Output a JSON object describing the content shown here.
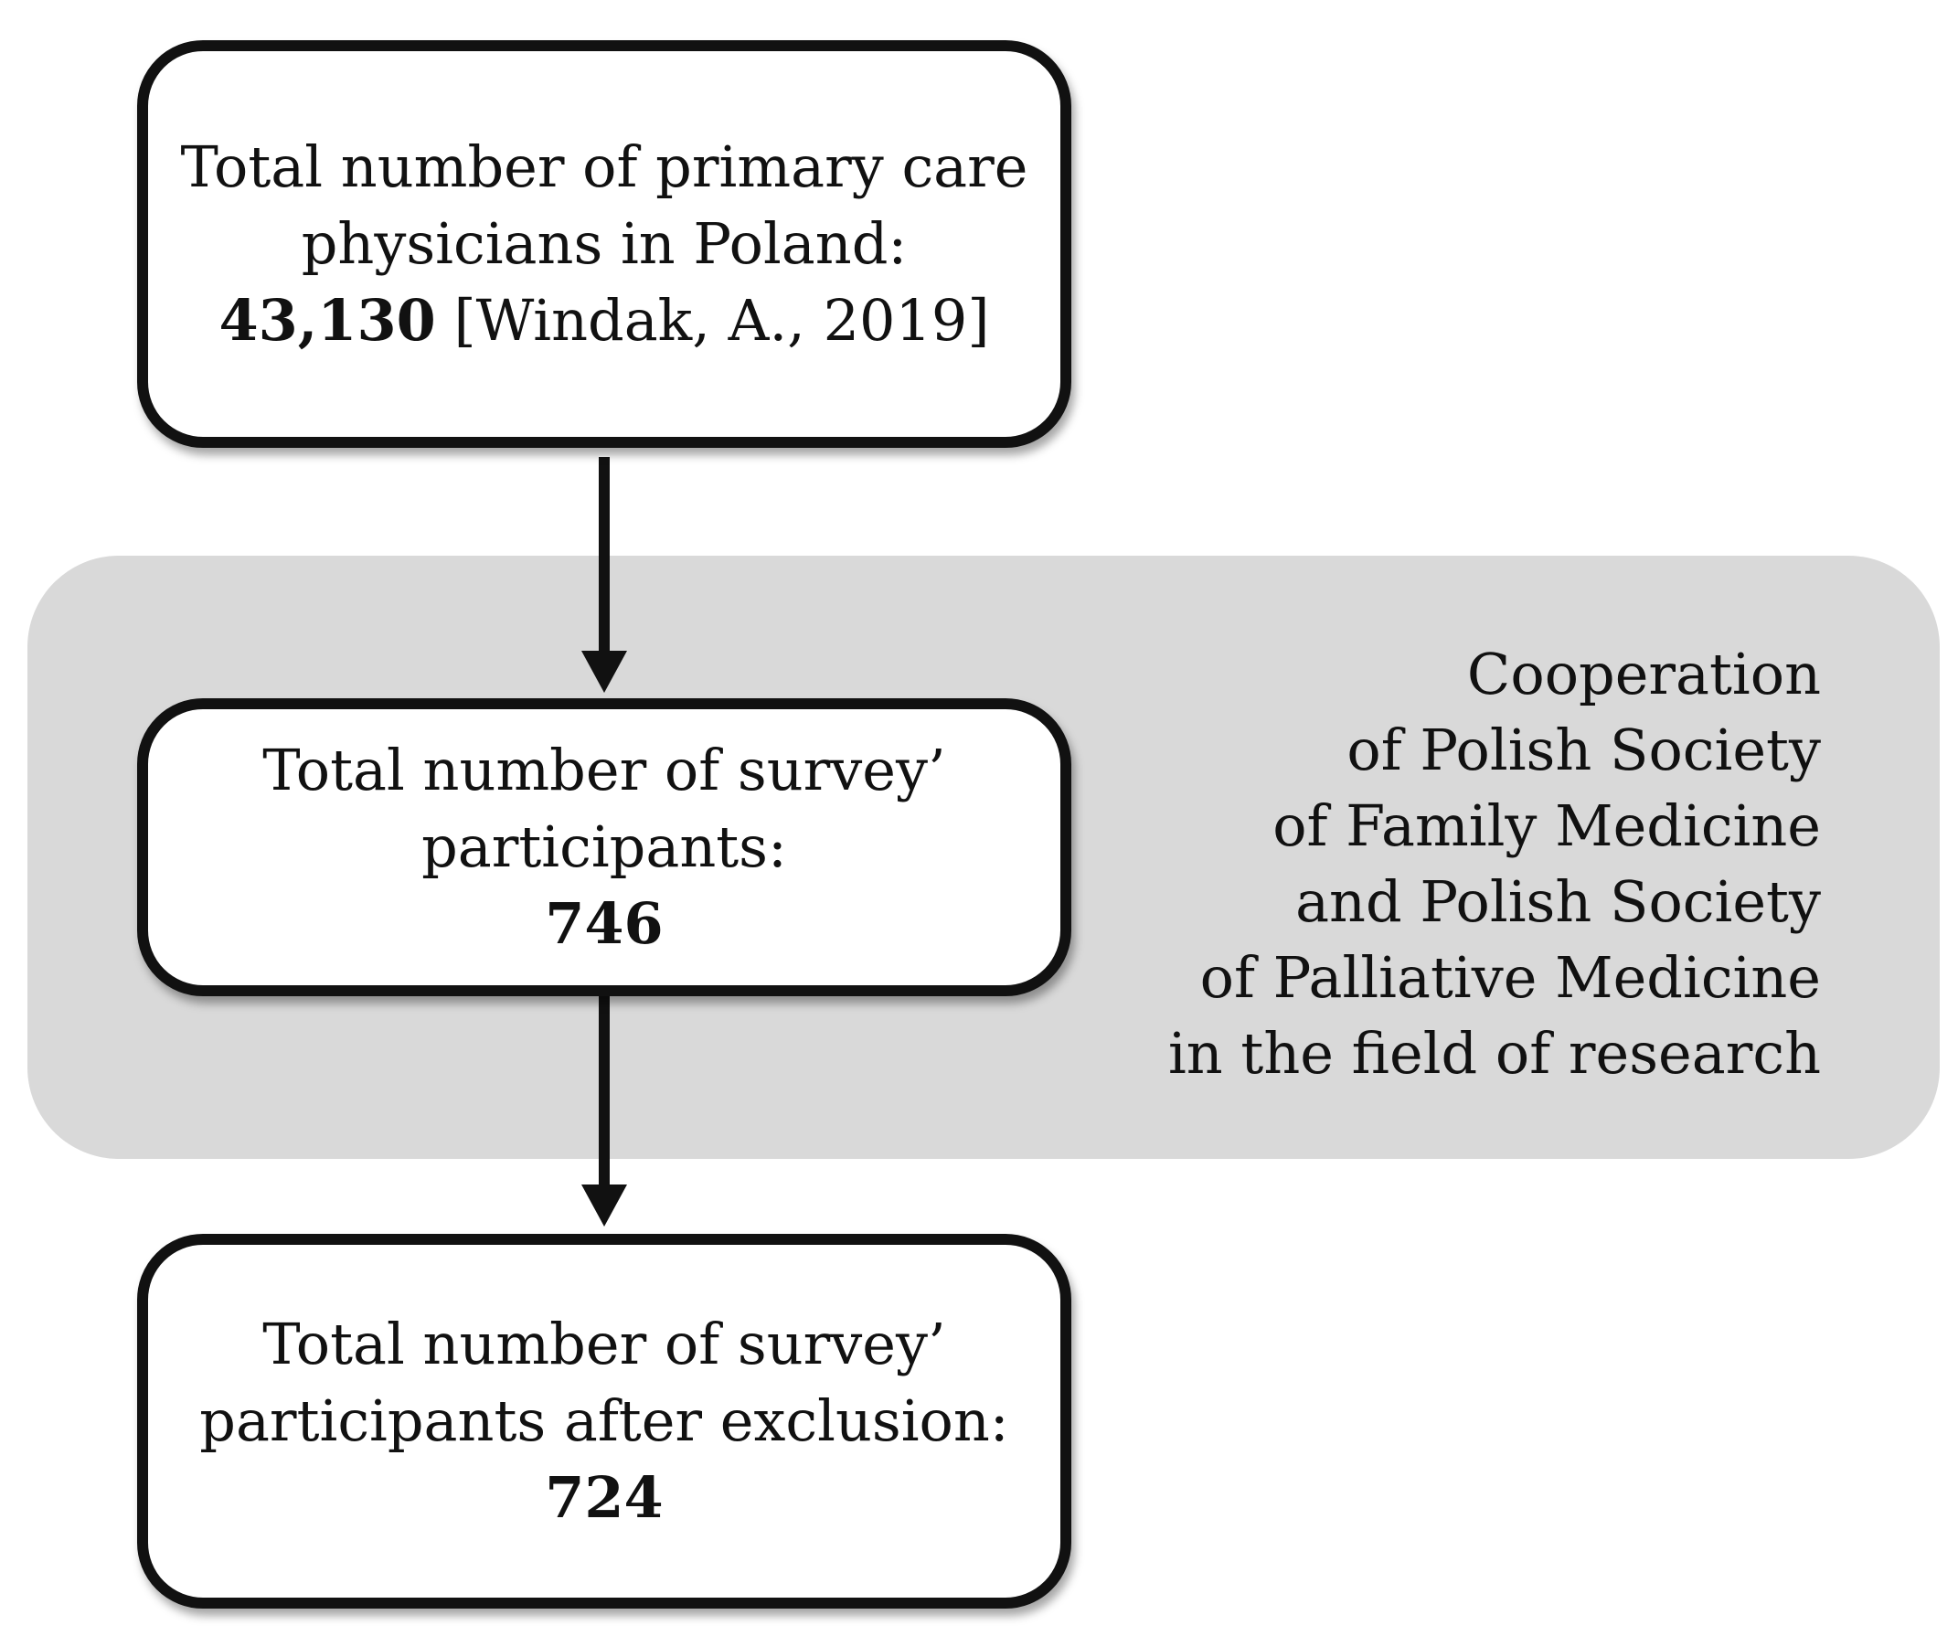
{
  "boxes": [
    {
      "lines": [
        "Total number of primary care",
        "physicians in Poland:"
      ],
      "value": "43,130",
      "suffix": " [Windak, A., 2019]"
    },
    {
      "lines": [
        "Total number of survey’",
        "participants:"
      ],
      "value": "746"
    },
    {
      "lines": [
        "Total number of survey’",
        "participants after exclusion:"
      ],
      "value": "724"
    }
  ],
  "note": {
    "lines": [
      "Cooperation",
      "of Polish Society",
      "of Family Medicine",
      "and Polish Society",
      "of Palliative Medicine",
      "in the field of research"
    ]
  },
  "colors": {
    "band": "#d9d9d9",
    "stroke": "#111111"
  }
}
